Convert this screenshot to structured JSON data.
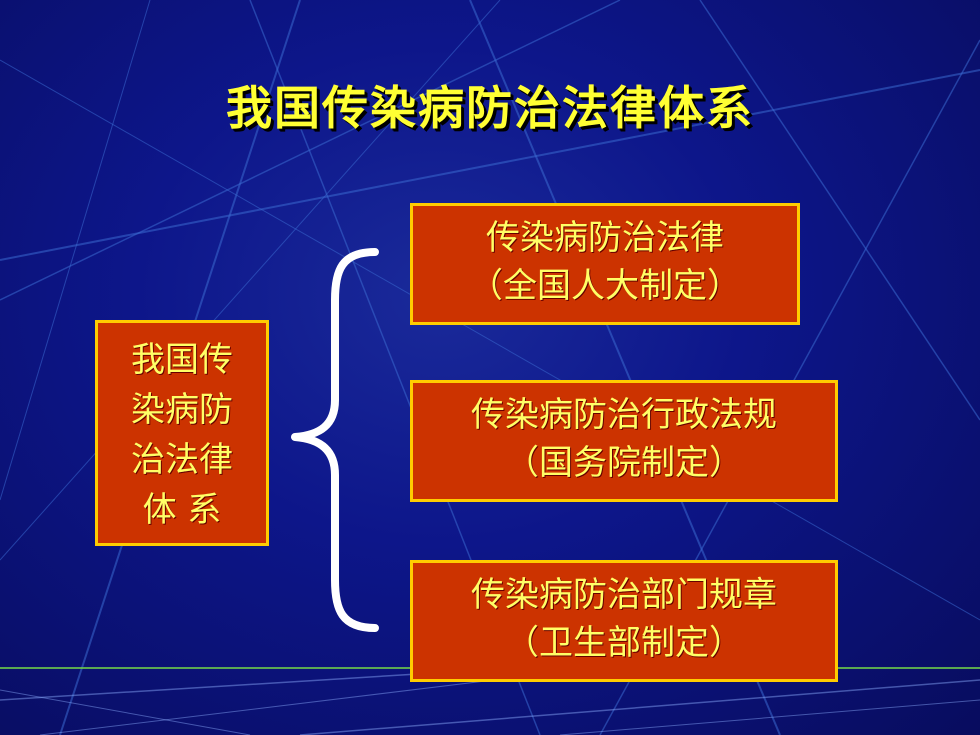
{
  "slide": {
    "title": "我国传染病防治法律体系",
    "left_box": {
      "lines": [
        "我国传",
        "染病防",
        "治法律",
        "体 系"
      ]
    },
    "items": [
      {
        "line1": "传染病防治法律",
        "line2": "（全国人大制定）"
      },
      {
        "line1": "传染病防治行政法规",
        "line2": "（国务院制定）"
      },
      {
        "line1": "传染病防治部门规章",
        "line2": "（卫生部制定）"
      }
    ]
  },
  "colors": {
    "background": "#0d168a",
    "title": "#ffff33",
    "box_fill": "#cc3300",
    "box_border": "#ffcc00",
    "box_text": "#ffff66",
    "brace": "#ffffff"
  }
}
